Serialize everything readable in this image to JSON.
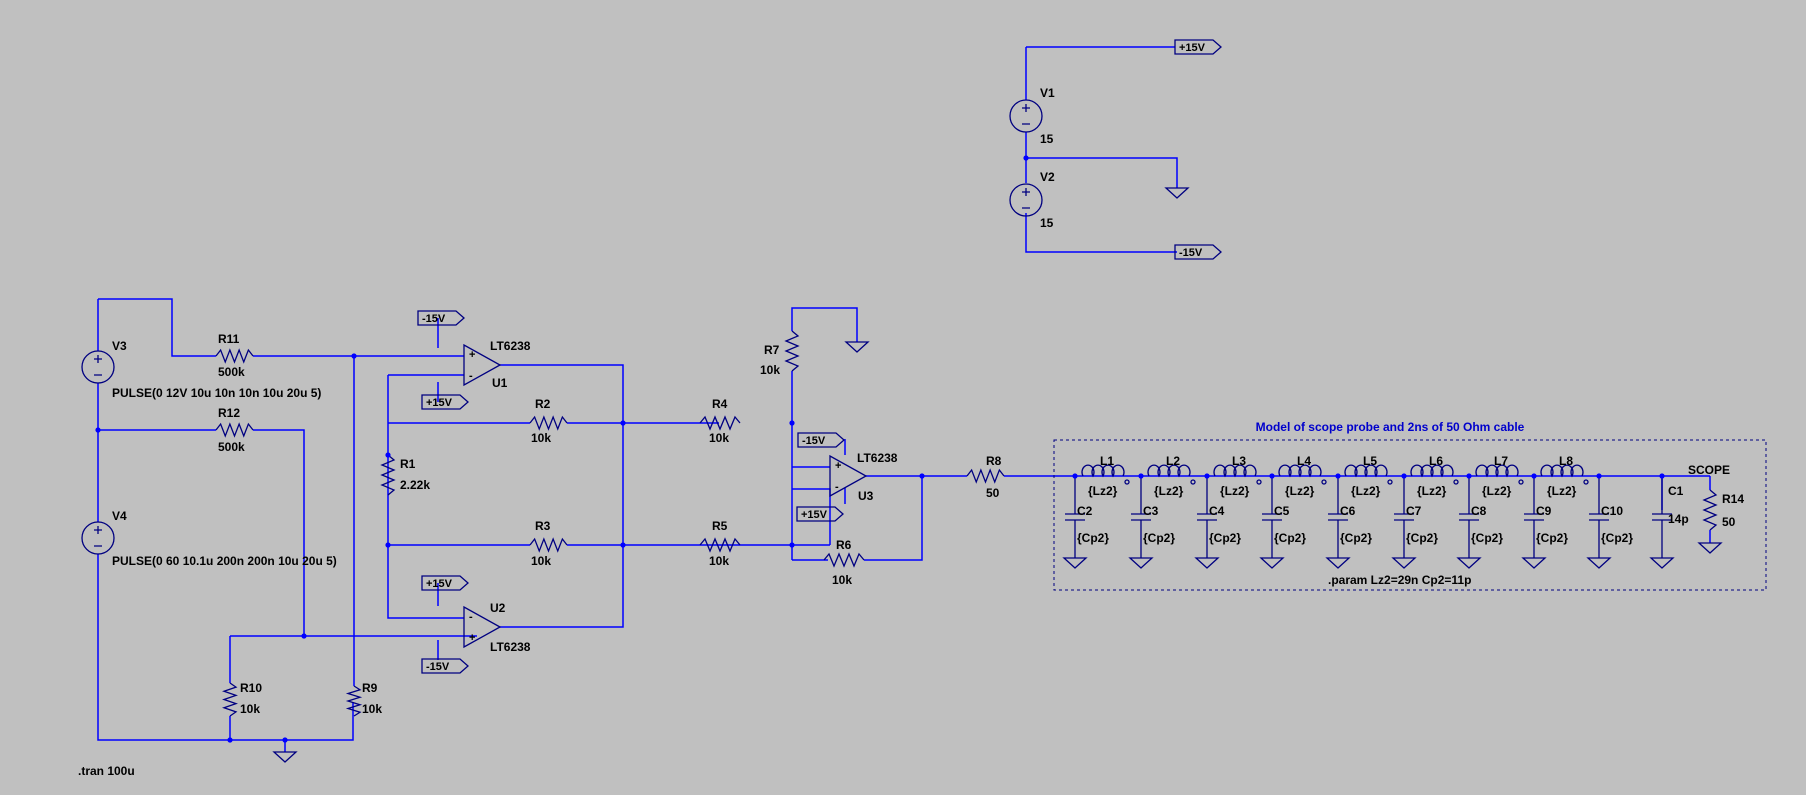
{
  "directives": {
    "tran": ".tran 100u",
    "param": ".param Lz2=29n Cp2=11p",
    "model_title": "Model of scope probe and 2ns of 50 Ohm cable"
  },
  "ports": {
    "p15": "+15V",
    "m15": "-15V"
  },
  "sources": {
    "V1": {
      "name": "V1",
      "value": "15"
    },
    "V2": {
      "name": "V2",
      "value": "15"
    },
    "V3": {
      "name": "V3",
      "value": "PULSE(0 12V 10u 10n 10n 10u 20u 5)"
    },
    "V4": {
      "name": "V4",
      "value": "PULSE(0 60 10.1u 200n 200n 10u 20u 5)"
    }
  },
  "opamps": {
    "U1": {
      "name": "U1",
      "model": "LT6238"
    },
    "U2": {
      "name": "U2",
      "model": "LT6238"
    },
    "U3": {
      "name": "U3",
      "model": "LT6238"
    }
  },
  "resistors": {
    "R1": {
      "name": "R1",
      "value": "2.22k"
    },
    "R2": {
      "name": "R2",
      "value": "10k"
    },
    "R3": {
      "name": "R3",
      "value": "10k"
    },
    "R4": {
      "name": "R4",
      "value": "10k"
    },
    "R5": {
      "name": "R5",
      "value": "10k"
    },
    "R6": {
      "name": "R6",
      "value": "10k"
    },
    "R7": {
      "name": "R7",
      "value": "10k"
    },
    "R8": {
      "name": "R8",
      "value": "50"
    },
    "R9": {
      "name": "R9",
      "value": "10k"
    },
    "R10": {
      "name": "R10",
      "value": "10k"
    },
    "R11": {
      "name": "R11",
      "value": "500k"
    },
    "R12": {
      "name": "R12",
      "value": "500k"
    },
    "R14": {
      "name": "R14",
      "value": "50"
    }
  },
  "inductors": [
    {
      "name": "L1",
      "value": "{Lz2}"
    },
    {
      "name": "L2",
      "value": "{Lz2}"
    },
    {
      "name": "L3",
      "value": "{Lz2}"
    },
    {
      "name": "L4",
      "value": "{Lz2}"
    },
    {
      "name": "L5",
      "value": "{Lz2}"
    },
    {
      "name": "L6",
      "value": "{Lz2}"
    },
    {
      "name": "L7",
      "value": "{Lz2}"
    },
    {
      "name": "L8",
      "value": "{Lz2}"
    }
  ],
  "capacitors": [
    {
      "name": "C2",
      "value": "{Cp2}"
    },
    {
      "name": "C3",
      "value": "{Cp2}"
    },
    {
      "name": "C4",
      "value": "{Cp2}"
    },
    {
      "name": "C5",
      "value": "{Cp2}"
    },
    {
      "name": "C6",
      "value": "{Cp2}"
    },
    {
      "name": "C7",
      "value": "{Cp2}"
    },
    {
      "name": "C8",
      "value": "{Cp2}"
    },
    {
      "name": "C9",
      "value": "{Cp2}"
    },
    {
      "name": "C10",
      "value": "{Cp2}"
    }
  ],
  "C1": {
    "name": "C1",
    "value": "14p"
  },
  "net_labels": {
    "scope": "SCOPE"
  },
  "colors": {
    "background": "#c0c0c0",
    "wire": "#0000ff",
    "component": "#000080",
    "directive": "#0000cc"
  }
}
